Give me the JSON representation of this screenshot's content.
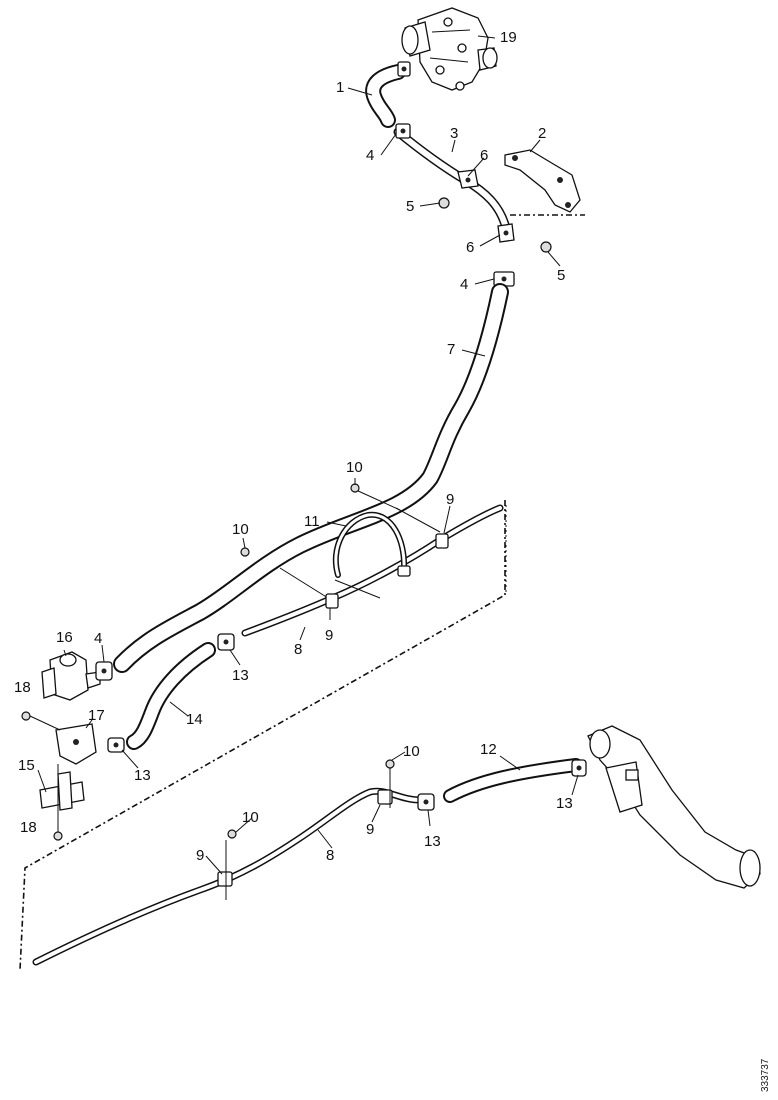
{
  "drawing": {
    "reference_number": "333737",
    "callouts": [
      {
        "id": "c1",
        "label": "1"
      },
      {
        "id": "c2",
        "label": "2"
      },
      {
        "id": "c3",
        "label": "3"
      },
      {
        "id": "c4a",
        "label": "4"
      },
      {
        "id": "c4b",
        "label": "4"
      },
      {
        "id": "c4c",
        "label": "4"
      },
      {
        "id": "c5a",
        "label": "5"
      },
      {
        "id": "c5b",
        "label": "5"
      },
      {
        "id": "c6a",
        "label": "6"
      },
      {
        "id": "c6b",
        "label": "6"
      },
      {
        "id": "c7",
        "label": "7"
      },
      {
        "id": "c8a",
        "label": "8"
      },
      {
        "id": "c8b",
        "label": "8"
      },
      {
        "id": "c9a",
        "label": "9"
      },
      {
        "id": "c9b",
        "label": "9"
      },
      {
        "id": "c9c",
        "label": "9"
      },
      {
        "id": "c9d",
        "label": "9"
      },
      {
        "id": "c10a",
        "label": "10"
      },
      {
        "id": "c10b",
        "label": "10"
      },
      {
        "id": "c10c",
        "label": "10"
      },
      {
        "id": "c10d",
        "label": "10"
      },
      {
        "id": "c11",
        "label": "11"
      },
      {
        "id": "c12",
        "label": "12"
      },
      {
        "id": "c13a",
        "label": "13"
      },
      {
        "id": "c13b",
        "label": "13"
      },
      {
        "id": "c13c",
        "label": "13"
      },
      {
        "id": "c13d",
        "label": "13"
      },
      {
        "id": "c14",
        "label": "14"
      },
      {
        "id": "c15",
        "label": "15"
      },
      {
        "id": "c16",
        "label": "16"
      },
      {
        "id": "c17",
        "label": "17"
      },
      {
        "id": "c18a",
        "label": "18"
      },
      {
        "id": "c18b",
        "label": "18"
      },
      {
        "id": "c19",
        "label": "19"
      }
    ]
  }
}
